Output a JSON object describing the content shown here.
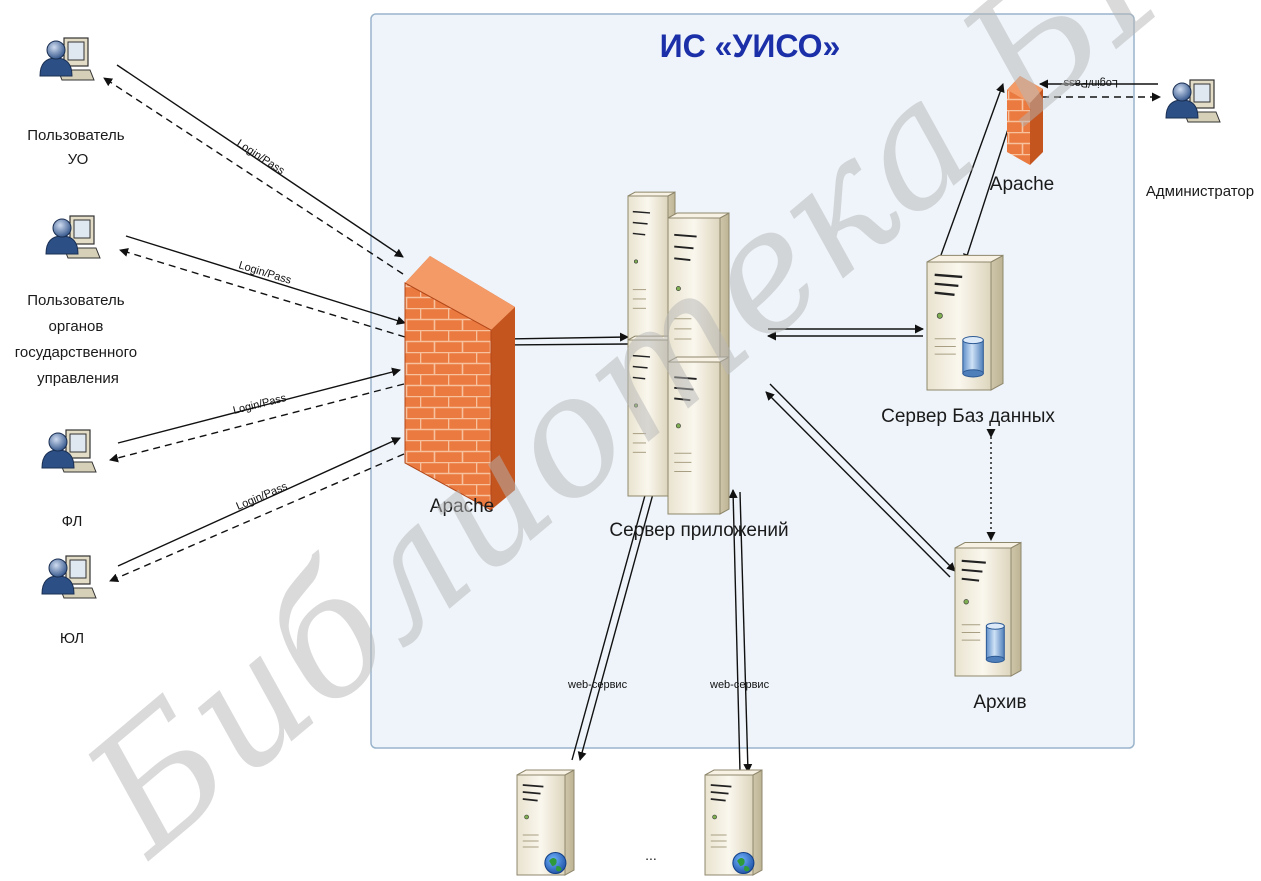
{
  "diagram": {
    "title": "ИС «УИСО»",
    "actors": [
      {
        "id": "user_uo",
        "lines": [
          "Пользователь",
          "УО"
        ]
      },
      {
        "id": "user_gov",
        "lines": [
          "Пользователь",
          "органов",
          "государственного",
          "управления"
        ]
      },
      {
        "id": "fl",
        "lines": [
          "ФЛ"
        ]
      },
      {
        "id": "ul",
        "lines": [
          "ЮЛ"
        ]
      },
      {
        "id": "admin",
        "lines": [
          "Администратор"
        ]
      }
    ],
    "nodes": {
      "apache_main": "Apache",
      "apache_admin": "Apache",
      "app_server": "Сервер приложений",
      "db_server": "Сервер Баз данных",
      "archive": "Архив",
      "ellipsis": "..."
    },
    "edge_labels": {
      "login_pass": "Login/Pass",
      "web_service": "web-сервис"
    },
    "watermark": "Библиотека БГУИР",
    "colors": {
      "panel_fill": "#eef4fa",
      "panel_border": "#9ab4cc",
      "title": "#1a2fa8",
      "firewall": "#e8743a",
      "server_body": "#f1ecdc",
      "watermark": "#b5b5b5"
    }
  }
}
